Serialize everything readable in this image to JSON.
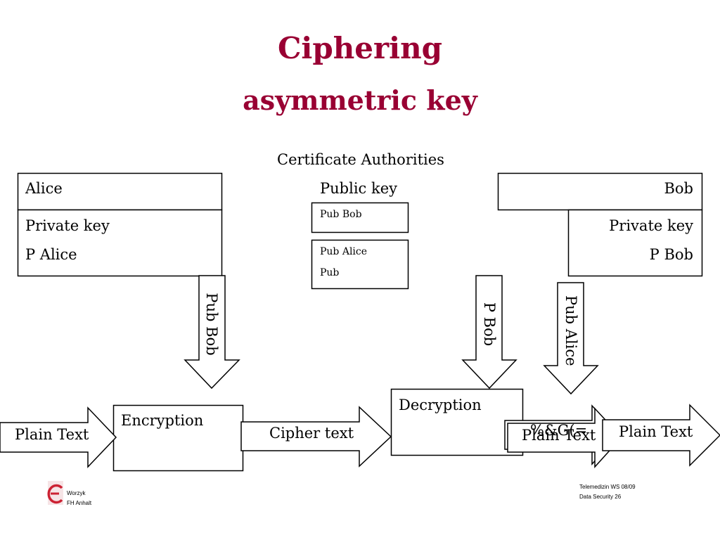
{
  "title": {
    "line1": "Ciphering",
    "line2": "asymmetric key"
  },
  "ca": {
    "label": "Certificate Authorities",
    "public_key": "Public key",
    "pub_bob": "Pub Bob",
    "pub_alice": "Pub Alice",
    "pub": "Pub"
  },
  "alice": {
    "name": "Alice",
    "private_key": "Private key",
    "p_key": "P Alice"
  },
  "bob": {
    "name": "Bob",
    "private_key": "Private key",
    "p_key": "P Bob"
  },
  "arrows": {
    "pub_bob": "Pub Bob",
    "p_bob": "P Bob",
    "pub_alice": "Pub Alice"
  },
  "flow": {
    "plain_text_in": "Plain Text",
    "encryption": "Encryption",
    "cipher_text": "Cipher text",
    "decryption": "Decryption",
    "garbled": "%&G(=",
    "plain_text_overlap": "Plain Text",
    "plain_text_out": "Plain Text"
  },
  "footer": {
    "author": "Worzyk",
    "institution": "FH Anhalt",
    "course": "Telemedizin WS 08/09",
    "page": "Data Security 26"
  },
  "colors": {
    "title": "#990033",
    "logo": "#cc2233"
  }
}
